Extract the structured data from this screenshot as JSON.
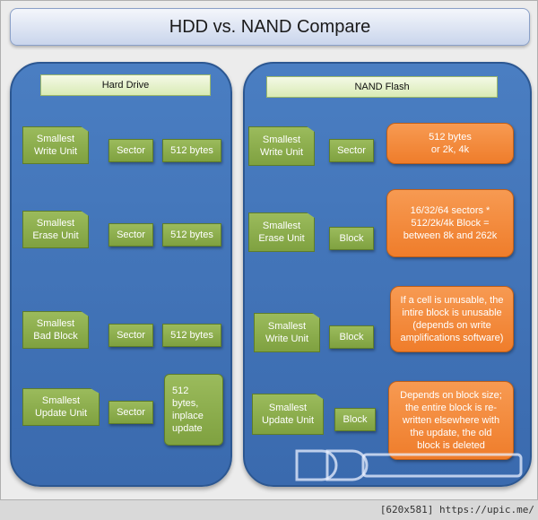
{
  "title": "HDD vs. NAND Compare",
  "hard_drive": {
    "header": "Hard Drive",
    "rows": [
      {
        "label": "Smallest\nWrite Unit",
        "unit": "Sector",
        "value": "512 bytes"
      },
      {
        "label": "Smallest\nErase Unit",
        "unit": "Sector",
        "value": "512 bytes"
      },
      {
        "label": "Smallest\nBad Block",
        "unit": "Sector",
        "value": "512 bytes"
      },
      {
        "label": "Smallest\nUpdate Unit",
        "unit": "Sector",
        "value": "512\nbytes,\ninplace\nupdate"
      }
    ]
  },
  "nand_flash": {
    "header": "NAND Flash",
    "rows": [
      {
        "label": "Smallest\nWrite Unit",
        "unit": "Sector",
        "value": "512 bytes\nor 2k, 4k"
      },
      {
        "label": "Smallest\nErase Unit",
        "unit": "Block",
        "value": "16/32/64 sectors *\n512/2k/4k Block =\nbetween 8k and 262k"
      },
      {
        "label": "Smallest\nWrite Unit",
        "unit": "Block",
        "value": "If a cell is unusable, the\nintire block is unusable\n(depends on write\namplifications software)"
      },
      {
        "label": "Smallest\nUpdate Unit",
        "unit": "Block",
        "value": "Depends on block size;\nthe entire block is re-\nwritten elsewhere with\nthe update, the old\nblock is deleted"
      }
    ]
  },
  "caption": "[620x581] https://upic.me/",
  "colors": {
    "panel": "#4a7ec2",
    "green_box": "#8fb04c",
    "orange_box": "#f58a3c",
    "header_box": "#e6f2c8"
  }
}
